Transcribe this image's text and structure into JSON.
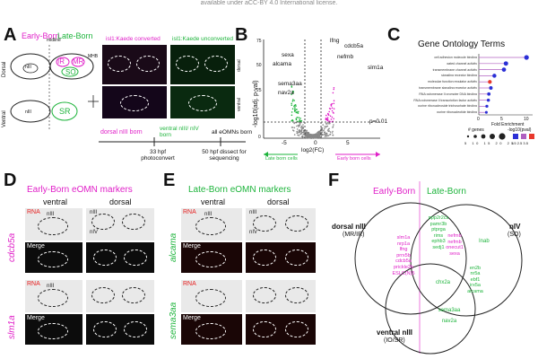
{
  "header_fragment": "available under aCC-BY 4.0 International license.",
  "panels": {
    "A": {
      "letter": "A",
      "early_born": "Early-Born",
      "late_born": "Late-Born",
      "midline": "midline",
      "dorsal": "Dorsal",
      "ventral": "Ventral",
      "ir": "IR",
      "mr": "MR",
      "so": "SO",
      "sr": "SR",
      "niii": "nIII",
      "niv": "nIV",
      "mhb": "MHB",
      "col1_title": "isl1:Kaede converted",
      "col2_title": "isl1:Kaede unconverted",
      "dorsal_label": "dorsal",
      "ventral_label": "ventral",
      "timeline": {
        "t1_top": "dorsal nIII born",
        "t2_top": "ventral nIII/ nIV born",
        "t3_top": "all eOMNs born",
        "t1_bottom": "33 hpf photoconvert",
        "t2_bottom": "50 hpf dissect for sequencing"
      }
    },
    "B": {
      "letter": "B",
      "ylabel": "-log10(adj. p-val)",
      "xlabel": "log2(FC)",
      "late_arrow": "Late born cells",
      "early_arrow": "Early born cells",
      "p_line": "p=0.01",
      "y_ticks": [
        "75",
        "50",
        "25",
        "0"
      ],
      "x_ticks": [
        "-5",
        "0",
        "5"
      ],
      "genes_green": [
        "sexa",
        "alcama",
        "sema3aa",
        "nav2a"
      ],
      "genes_magenta": [
        "lfng",
        "cdcb5a",
        "nefmb",
        "slm1a"
      ]
    },
    "C": {
      "letter": "C",
      "title": "Gene Ontology Terms",
      "terms": [
        "cell adhesion molecule binding",
        "gated channel activity",
        "transmembrane channel activity",
        "signaling receptor binding",
        "molecular function regulator activity",
        "transmembrane signaling receptor activity",
        "RNA polymerase II promoter DNA binding",
        "RNA polymerase II transcription factor activity",
        "purine ribonucleoside triphosphate binding",
        "purine ribonucleotide binding"
      ],
      "fold_enrichment": [
        9.5,
        5.4,
        5.0,
        3.1,
        2.2,
        2.4,
        2.0,
        1.9,
        1.6,
        1.5
      ],
      "x_ticks": [
        "0",
        "5",
        "10"
      ],
      "xlabel": "Fold Enrichment",
      "legend_genes": "# genes",
      "legend_pval": "-log10(pval)",
      "legend_gene_vals": [
        "5",
        "10",
        "15",
        "20",
        "25"
      ],
      "legend_pval_vals": [
        "1.5",
        "2.5",
        "3.5"
      ]
    },
    "D": {
      "letter": "D",
      "title": "Early-Born eOMN markers",
      "ventral": "ventral",
      "dorsal": "dorsal",
      "gene1": "cdcb5a",
      "gene2": "slm1a",
      "rna": "RNA",
      "merge": "Merge",
      "niii": "nIII",
      "niv": "nIV"
    },
    "E": {
      "letter": "E",
      "title": "Late-Born eOMN markers",
      "ventral": "ventral",
      "dorsal": "dorsal",
      "gene1": "alcama",
      "gene2": "sema3aa",
      "rna": "RNA",
      "merge": "Merge",
      "niii": "nIII",
      "niv": "nIV"
    },
    "F": {
      "letter": "F",
      "early_born": "Early-Born",
      "late_born": "Late-Born",
      "dorsal_niii": "dorsal nIII",
      "dorsal_sub": "(MR/IR)",
      "niv": "nIV",
      "niv_sub": "(SO)",
      "ventral_niii": "ventral nIII",
      "ventral_sub": "(IO/SR)",
      "only_dorsal_early": [
        "slm1a",
        "nrp1a",
        "lfng",
        "prrx5b",
        "cdcb5a",
        "prickle2b",
        "ESLC(N)5"
      ],
      "dorsal_early_late": [
        "ppp2r2cs",
        "pamr3b",
        "ptprga",
        "rims",
        "ephb3",
        "sedj1"
      ],
      "dorsal_mid": [
        "nefmb",
        "nefmb",
        "onecut1",
        "sexa"
      ],
      "niv_only": [
        "Inab"
      ],
      "center": [
        "chx2a"
      ],
      "niv_ventral": [
        "en2b",
        "nr5a",
        "ebf1",
        "irx5a",
        "alcama"
      ],
      "ventral_only": [
        "sema3aa",
        "nav2a"
      ]
    }
  }
}
